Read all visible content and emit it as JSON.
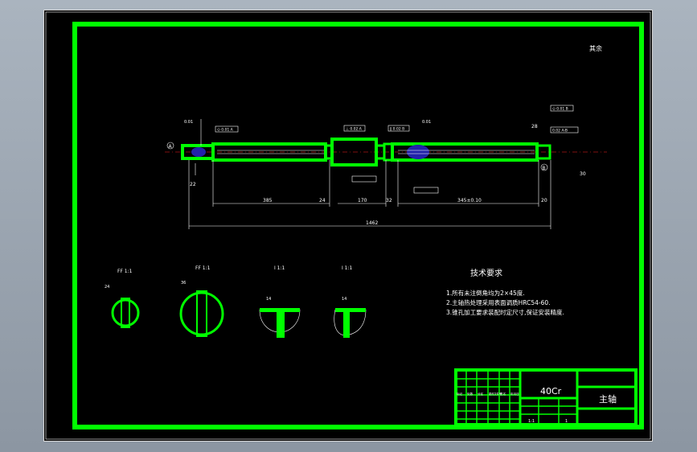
{
  "sheet": {
    "corner_mark": "其余",
    "tech_title": "技术要求",
    "notes": [
      "1.所有未注倒角均为2×45度.",
      "2.主轴热处理采用表面调质HRC54-60.",
      "3.锥孔加工要求装配时定尺寸,保证安装精度."
    ]
  },
  "shaft": {
    "dims": {
      "overall": "1462",
      "seg_a": "385",
      "seg_b": "170",
      "seg_c": "345±0.10",
      "left_end": "22",
      "right_end": "20",
      "small_24": "24",
      "small_32": "32",
      "small_28": "28",
      "small_30": "30",
      "tol_label": "0.01"
    },
    "callouts": [
      "A",
      "B"
    ],
    "frames": [
      "⊙ 0.01 A",
      "⊥ 0.02 A",
      "∥ 0.02 B",
      "⊙ 0.01 B",
      "0.02 A-B"
    ]
  },
  "sections": {
    "labels": [
      "FF 1:1",
      "FF 1:1",
      "I 1:1",
      "I 1:1"
    ],
    "dim_small": [
      "24",
      "36",
      "14",
      "14"
    ]
  },
  "title_block": {
    "material": "40Cr",
    "part_name": "主轴",
    "header_cells": [
      "标记",
      "处数",
      "分区",
      "更改文件号",
      "签名",
      "年月日"
    ],
    "scale_cells": [
      "1:1",
      "1"
    ]
  }
}
